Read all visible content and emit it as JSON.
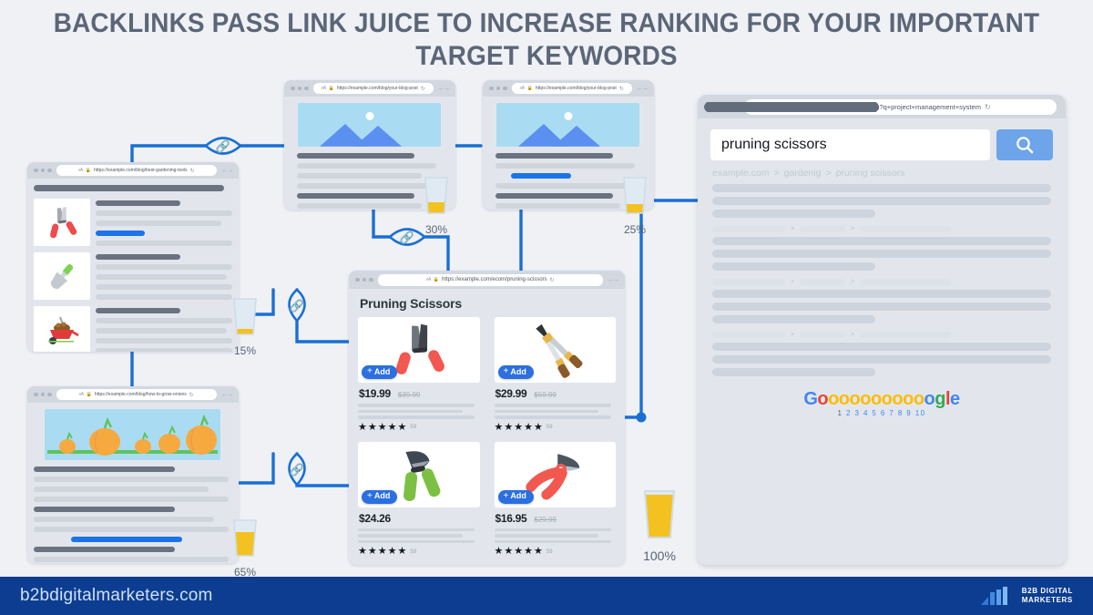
{
  "title": "BACKLINKS PASS LINK JUICE TO INCREASE RANKING FOR YOUR IMPORTANT TARGET KEYWORDS",
  "colors": {
    "background": "#eff1f5",
    "connector": "#1a6fd4",
    "juice": "#f3c220",
    "footer": "#0c3d91",
    "accent_blue": "#1a73e8",
    "title_text": "#5b6678"
  },
  "chrome": {
    "text_size_icon": "ᴀA",
    "lock_icon": "lock-icon",
    "reload_icon": "↻",
    "nav_arrows": "←→"
  },
  "windows": {
    "blog_tools": {
      "url": "https://example.com/blog/best-gardening-tools",
      "juice_percent": "15%",
      "items": [
        {
          "icon": "garden-shears-icon"
        },
        {
          "icon": "garden-trowel-icon"
        },
        {
          "icon": "wheelbarrow-icon"
        }
      ]
    },
    "blog_onions": {
      "url": "https://example.com/blog/how-to-grow-onions",
      "juice_percent": "65%",
      "hero_icon": "onion-field-illustration"
    },
    "blog_post_1": {
      "url": "https://example.com/blog/your-blog-post",
      "juice_percent": "30%",
      "hero_icon": "mountain-photo-placeholder"
    },
    "blog_post_2": {
      "url": "https://example.com/blog/your-blog-post",
      "juice_percent": "25%",
      "hero_icon": "mountain-photo-placeholder"
    },
    "ecommerce": {
      "url": "https://example.com/ecom/pruning-scissors",
      "page_title": "Pruning Scissors",
      "juice_percent": "100%",
      "add_label": "Add",
      "products": [
        {
          "icon": "shears-red-handle-icon",
          "price": "$19.99",
          "old_price": "$39.99",
          "reviews": "59",
          "stars": 5
        },
        {
          "icon": "loppers-wood-handle-icon",
          "price": "$29.99",
          "old_price": "$59.99",
          "reviews": "59",
          "stars": 5
        },
        {
          "icon": "pruner-green-handle-icon",
          "price": "$24.26",
          "old_price": "",
          "reviews": "59",
          "stars": 5
        },
        {
          "icon": "pruner-red-handle-icon",
          "price": "$16.95",
          "old_price": "$29.99",
          "reviews": "59",
          "stars": 5
        }
      ]
    },
    "google": {
      "url": "google.com/search?q+project+management+system",
      "search_query": "pruning scissors",
      "search_button_icon": "magnifier-icon",
      "breadcrumb": [
        "example.com",
        ">",
        "gardenig",
        ">",
        "pruning scissors"
      ],
      "pagination_word": "Gooooooooooogle",
      "pagination_numbers": "1 2 3 4 5 6 7 8 9 10"
    }
  },
  "link_nodes": [
    {
      "name": "link-juice-node",
      "icon": "chain-link-icon"
    },
    {
      "name": "link-juice-node",
      "icon": "chain-link-icon"
    },
    {
      "name": "link-juice-node",
      "icon": "chain-link-icon"
    },
    {
      "name": "link-juice-node",
      "icon": "chain-link-icon"
    }
  ],
  "footer": {
    "domain": "b2bdigitalmarketers.com",
    "logo_line1": "B2B DIGITAL",
    "logo_line2": "MARKETERS",
    "logo_icon": "bar-chart-logo-icon"
  }
}
